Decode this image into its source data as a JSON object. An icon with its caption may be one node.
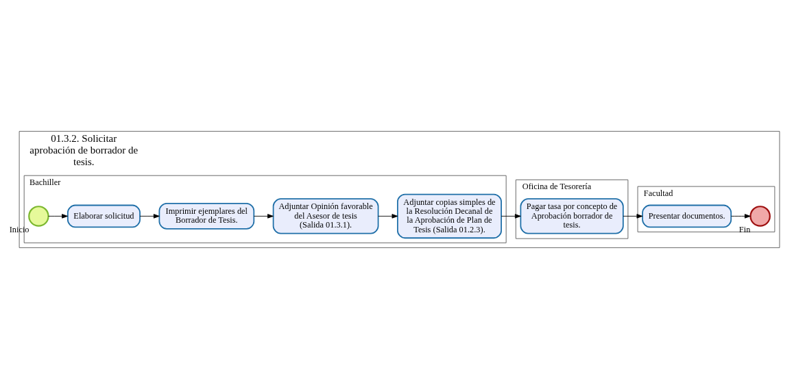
{
  "diagram": {
    "nodes": [
      {
        "text": [
          "01.3.2. Solicitar aprobación de borrador de tesis."
        ]
      },
      {
        "text": [
          "Bachiller"
        ],
        "in": 0
      },
      {
        "text": [],
        "shape": "circle",
        "beside": [
          "Inicio"
        ],
        "in": 1
      },
      {
        "text": [
          "Elaborar solicitud"
        ],
        "in": 1
      },
      {
        "text": [
          "Imprimir ejemplares del Borrador de Tesis."
        ],
        "in": 1
      },
      {
        "text": [
          "Adjuntar Opinión favorable del Asesor de tesis (Salida 01.3.1)."
        ],
        "in": 1
      },
      {
        "text": [
          "Adjuntar copias simples de la Resolución Decanal de la Aprobación de Plan de Tesis (Salida 01.2.3)."
        ],
        "in": 1
      },
      {
        "text": [
          "Oficina de Tesorería"
        ],
        "in": 0
      },
      {
        "text": [
          "Pagar tasa por concepto de Aprobación borrador de tesis."
        ],
        "in": 7
      },
      {
        "text": [
          "Facultad"
        ],
        "in": 0
      },
      {
        "text": [
          "Presentar documentos."
        ],
        "in": 9
      },
      {
        "text": [],
        "shape": "circle",
        "beside": [
          "Fin"
        ],
        "in": 9
      }
    ],
    "edges": [
      {
        "from": 2,
        "to": 3,
        "arrow": "to"
      },
      {
        "from": 3,
        "to": 4,
        "arrow": "to"
      },
      {
        "from": 4,
        "to": 5,
        "arrow": "to"
      },
      {
        "from": 5,
        "to": 6,
        "arrow": "to"
      },
      {
        "from": 6,
        "to": 8,
        "arrow": "to"
      },
      {
        "from": 8,
        "to": 10,
        "arrow": "to"
      },
      {
        "from": 10,
        "to": 11,
        "arrow": "to"
      }
    ]
  }
}
